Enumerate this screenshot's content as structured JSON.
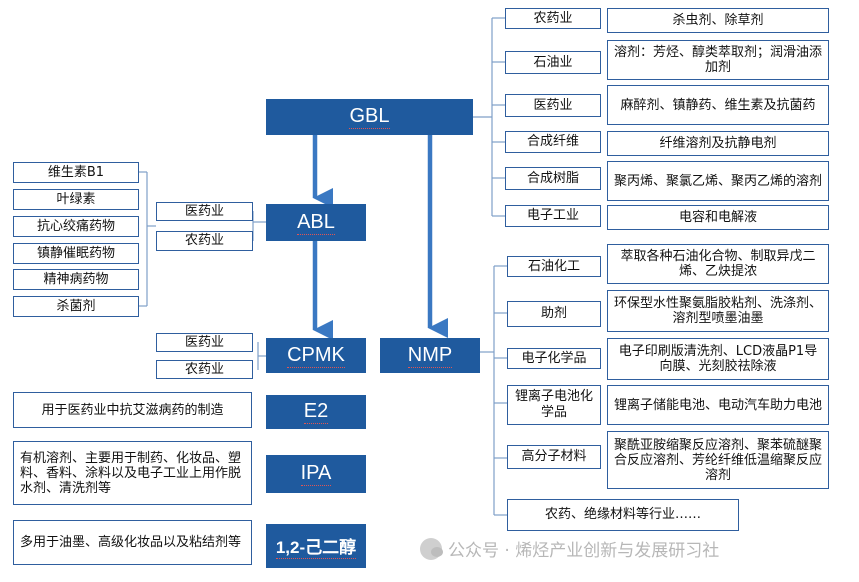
{
  "nodes": {
    "gbl": "GBL",
    "abl": "ABL",
    "cpmk": "CPMK",
    "nmp": "NMP",
    "e2": "E2",
    "ipa": "IPA",
    "hexanediol": "1,2-己二醇"
  },
  "gbl_apps": [
    {
      "sector": "农药业",
      "use": "杀虫剂、除草剂"
    },
    {
      "sector": "石油业",
      "use": "溶剂：芳烃、醇类萃取剂；润滑油添加剂"
    },
    {
      "sector": "医药业",
      "use": "麻醉剂、镇静药、维生素及抗菌药"
    },
    {
      "sector": "合成纤维",
      "use": "纤维溶剂及抗静电剂"
    },
    {
      "sector": "合成树脂",
      "use": "聚丙烯、聚氯乙烯、聚丙乙烯的溶剂"
    },
    {
      "sector": "电子工业",
      "use": "电容和电解液"
    }
  ],
  "abl_sectors": [
    "医药业",
    "农药业"
  ],
  "abl_products": [
    "维生素B1",
    "叶绿素",
    "抗心绞痛药物",
    "镇静催眠药物",
    "精神病药物",
    "杀菌剂"
  ],
  "cpmk_sectors": [
    "医药业",
    "农药业"
  ],
  "nmp_apps": [
    {
      "sector": "石油化工",
      "use": "萃取各种石油化合物、制取异戊二烯、乙炔提浓"
    },
    {
      "sector": "助剂",
      "use": "环保型水性聚氨脂胶粘剂、洗涤剂、溶剂型喷墨油墨"
    },
    {
      "sector": "电子化学品",
      "use": "电子印刷版清洗剂、LCD液晶P1导向膜、光刻胶祛除液"
    },
    {
      "sector": "锂离子电池化学品",
      "use": "锂离子储能电池、电动汽车助力电池"
    },
    {
      "sector": "高分子材料",
      "use": "聚酰亚胺缩聚反应溶剂、聚苯硫醚聚合反应溶剂、芳纶纤维低温缩聚反应溶剂"
    }
  ],
  "nmp_other": "农药、绝缘材料等行业……",
  "e2_use": "用于医药业中抗艾滋病药的制造",
  "ipa_use": "有机溶剂、主要用于制药、化妆品、塑料、香料、涂料以及电子工业上用作脱水剂、清洗剂等",
  "hexanediol_use": "多用于油墨、高级化妆品以及粘结剂等",
  "watermark": "公众号 · 烯烃产业创新与发展研习社",
  "colors": {
    "node": "#1f5a9e",
    "border": "#2f5e9e",
    "arrow": "#3a78c2",
    "line": "#7f9fc8"
  }
}
